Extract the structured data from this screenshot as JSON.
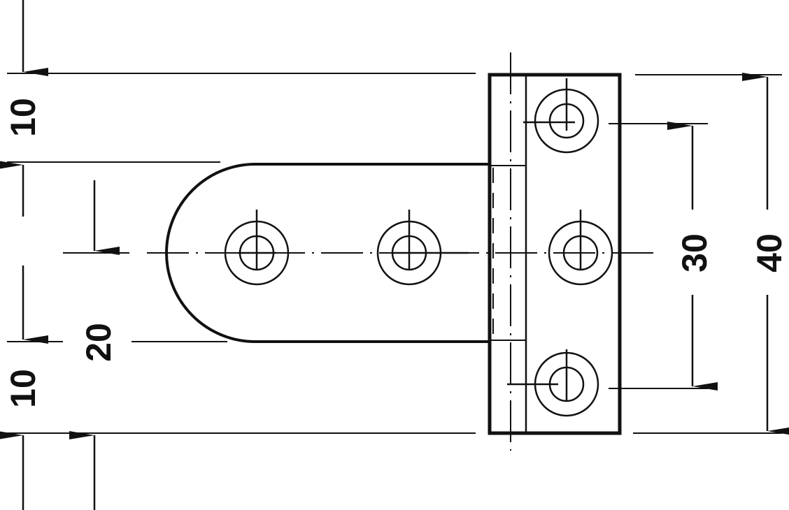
{
  "drawing": {
    "dimensions": {
      "top_left_10": "10",
      "bottom_left_10": "10",
      "strap_20": "20",
      "hole_spacing_30": "30",
      "leaf_height_40": "40"
    },
    "line_color": "#111111",
    "background": "#ffffff"
  }
}
